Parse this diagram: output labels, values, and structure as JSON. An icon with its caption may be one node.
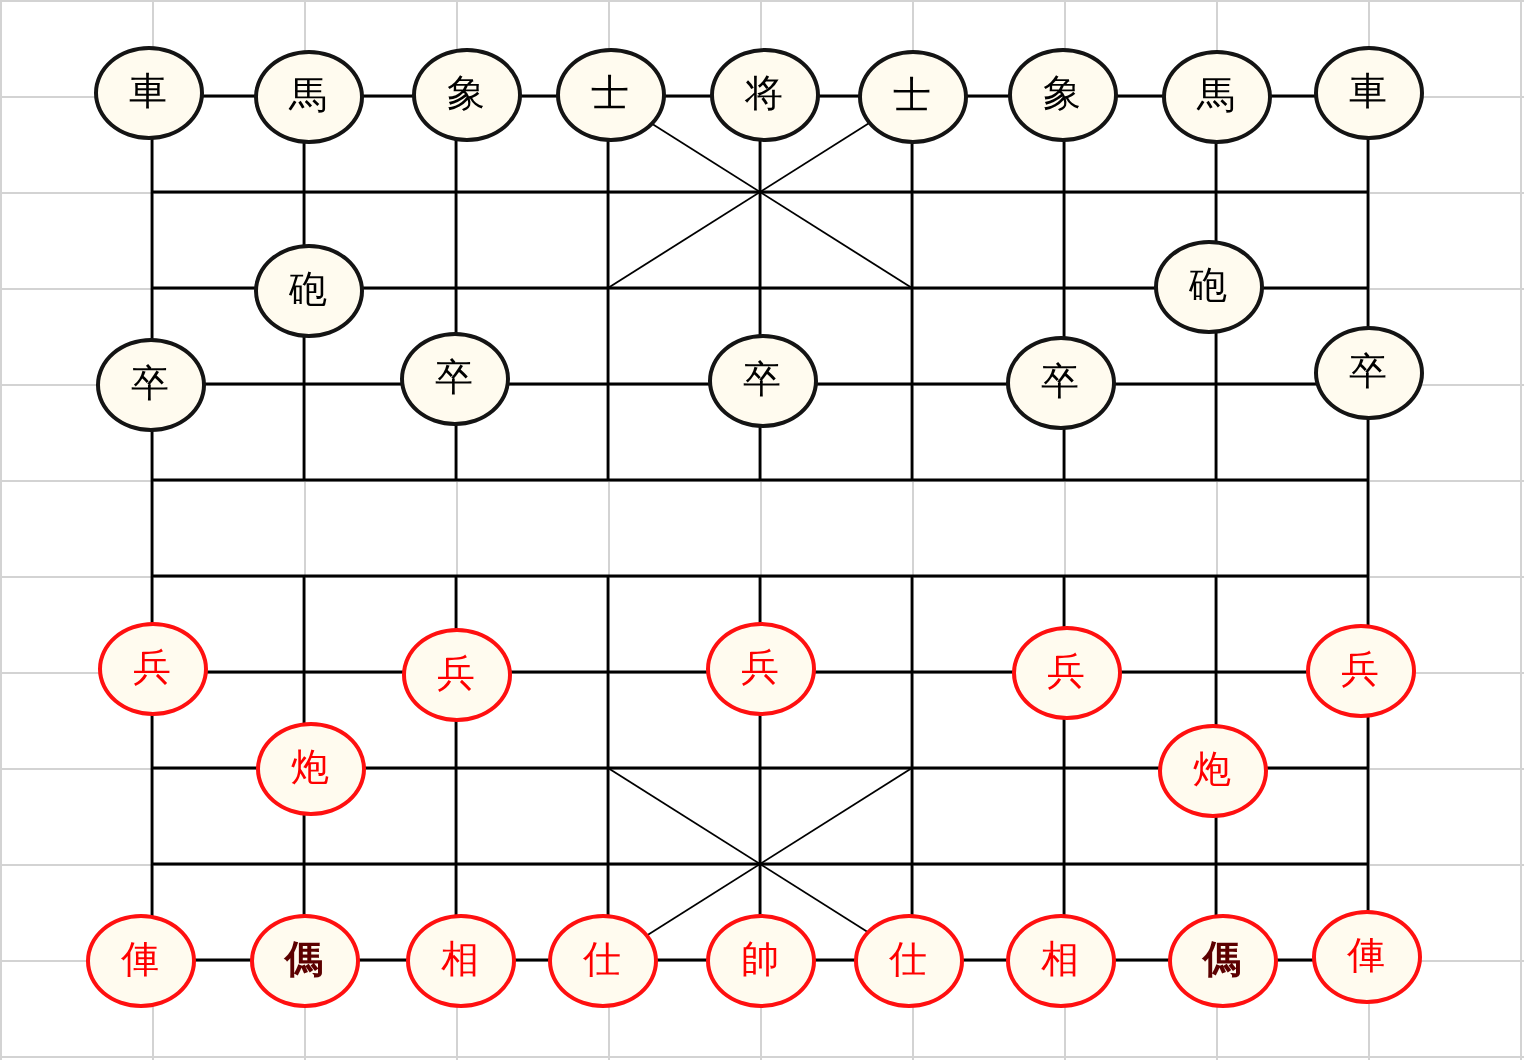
{
  "diagram": {
    "nodes": [
      {
        "text": [
          "車"
        ]
      },
      {
        "text": [
          "馬"
        ]
      },
      {
        "text": [
          "象"
        ]
      },
      {
        "text": [
          "士"
        ]
      },
      {
        "text": [
          "将"
        ]
      },
      {
        "text": [
          "士"
        ]
      },
      {
        "text": [
          "象"
        ]
      },
      {
        "text": [
          "馬"
        ]
      },
      {
        "text": [
          "車"
        ]
      },
      {
        "text": [
          "砲"
        ]
      },
      {
        "text": [
          "砲"
        ]
      },
      {
        "text": [
          "卒"
        ]
      },
      {
        "text": [
          "卒"
        ]
      },
      {
        "text": [
          "卒"
        ]
      },
      {
        "text": [
          "卒"
        ]
      },
      {
        "text": [
          "卒"
        ]
      },
      {
        "text": [
          "兵"
        ]
      },
      {
        "text": [
          "兵"
        ]
      },
      {
        "text": [
          "兵"
        ]
      },
      {
        "text": [
          "兵"
        ]
      },
      {
        "text": [
          "兵"
        ]
      },
      {
        "text": [
          "炮"
        ]
      },
      {
        "text": [
          "炮"
        ]
      },
      {
        "text": [
          "俥"
        ]
      },
      {
        "text": [
          "傌"
        ]
      },
      {
        "text": [
          "相"
        ]
      },
      {
        "text": [
          "仕"
        ]
      },
      {
        "text": [
          "帥"
        ]
      },
      {
        "text": [
          "仕"
        ]
      },
      {
        "text": [
          "相"
        ]
      },
      {
        "text": [
          "傌"
        ]
      },
      {
        "text": [
          "俥"
        ]
      }
    ]
  }
}
